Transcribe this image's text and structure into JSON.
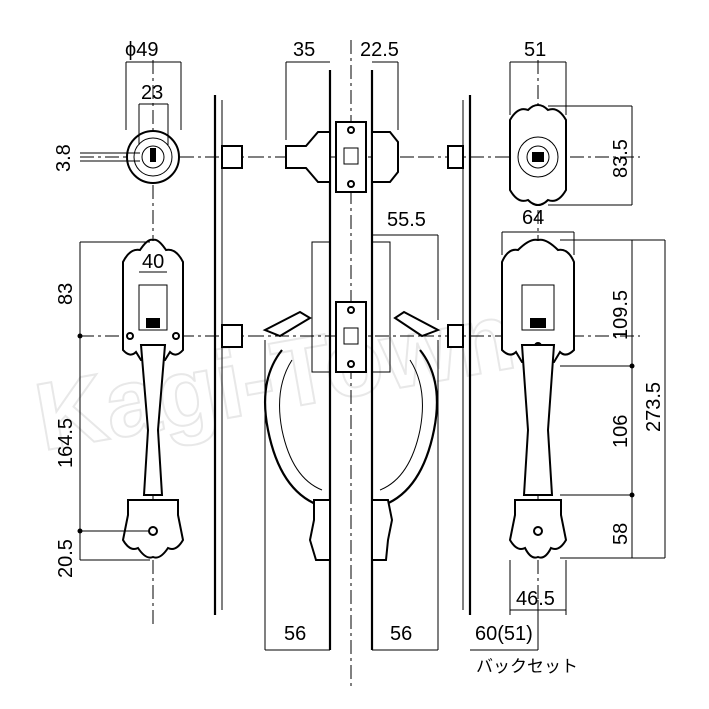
{
  "watermark": "Kagi-Town",
  "dimensions": {
    "d1": "ϕ49",
    "d2": "23",
    "d3": "3.8",
    "d4": "35",
    "d5": "22.5",
    "d6": "51",
    "d7": "83.5",
    "d8": "55.5",
    "d9": "64",
    "d10": "40",
    "d11": "83",
    "d12": "164.5",
    "d13": "20.5",
    "d14": "109.5",
    "d15": "273.5",
    "d16": "106",
    "d17": "58",
    "d18": "46.5",
    "d19": "56",
    "d20": "56",
    "d21": "60(51)"
  },
  "backset_label": "バックセット"
}
